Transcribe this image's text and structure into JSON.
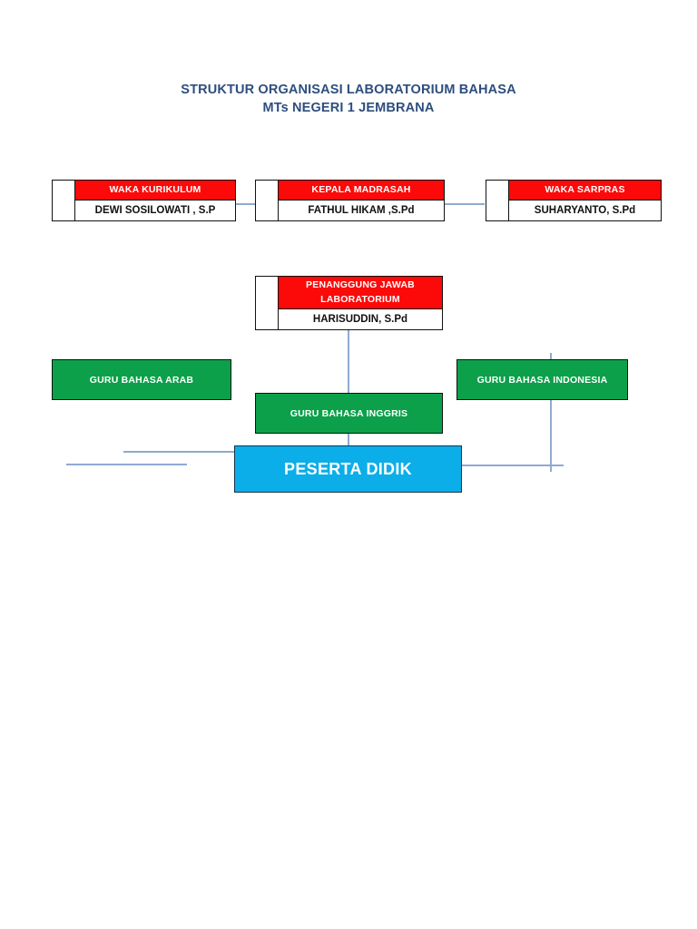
{
  "title": {
    "line1": "STRUKTUR ORGANISASI LABORATORIUM BAHASA",
    "line2": "MTs NEGERI 1 JEMBRANA",
    "color": "#2E4E7E"
  },
  "colors": {
    "header_red": "#FC0A0A",
    "teacher_green": "#0CA04A",
    "student_blue": "#0BAEE8",
    "connector_blue": "#8FAAD0",
    "box_border": "#111111",
    "text_white": "#FFFFFF",
    "text_black": "#111111"
  },
  "boxes": {
    "waka_kurikulum": {
      "role": "WAKA KURIKULUM",
      "person": "DEWI SOSILOWATI , S.P"
    },
    "kepala_madrasah": {
      "role": "KEPALA MADRASAH",
      "person": "FATHUL HIKAM ,S.Pd"
    },
    "waka_sarpras": {
      "role": "WAKA SARPRAS",
      "person": "SUHARYANTO, S.Pd"
    },
    "penanggung_jawab": {
      "role_line1": "PENANGGUNG JAWAB",
      "role_line2": "LABORATORIUM",
      "person": "HARISUDDIN, S.Pd"
    }
  },
  "teachers": {
    "arab": "GURU BAHASA ARAB",
    "inggris": "GURU BAHASA INGGRIS",
    "indonesia": "GURU BAHASA INDONESIA"
  },
  "students": {
    "label": "PESERTA DIDIK"
  },
  "chart_data": {
    "type": "diagram",
    "title": "STRUKTUR ORGANISASI LABORATORIUM BAHASA MTs NEGERI 1 JEMBRANA",
    "nodes": [
      {
        "id": "waka_kurikulum",
        "label": "WAKA KURIKULUM",
        "sublabel": "DEWI SOSILOWATI , S.P",
        "style": "red-header",
        "level": 1
      },
      {
        "id": "kepala_madrasah",
        "label": "KEPALA MADRASAH",
        "sublabel": "FATHUL HIKAM ,S.Pd",
        "style": "red-header",
        "level": 1
      },
      {
        "id": "waka_sarpras",
        "label": "WAKA SARPRAS",
        "sublabel": "SUHARYANTO, S.Pd",
        "style": "red-header",
        "level": 1
      },
      {
        "id": "penanggung_jawab",
        "label": "PENANGGUNG JAWAB LABORATORIUM",
        "sublabel": "HARISUDDIN, S.Pd",
        "style": "red-header",
        "level": 2
      },
      {
        "id": "guru_arab",
        "label": "GURU BAHASA ARAB",
        "style": "green",
        "level": 3
      },
      {
        "id": "guru_inggris",
        "label": "GURU BAHASA INGGRIS",
        "style": "green",
        "level": 3
      },
      {
        "id": "guru_indonesia",
        "label": "GURU BAHASA INDONESIA",
        "style": "green",
        "level": 3
      },
      {
        "id": "peserta_didik",
        "label": "PESERTA DIDIK",
        "style": "blue",
        "level": 4
      }
    ],
    "edges": [
      {
        "from": "waka_kurikulum",
        "to": "kepala_madrasah"
      },
      {
        "from": "kepala_madrasah",
        "to": "waka_sarpras"
      },
      {
        "from": "penanggung_jawab",
        "to": "guru_inggris"
      },
      {
        "from": "guru_inggris",
        "to": "peserta_didik"
      },
      {
        "from": "guru_indonesia",
        "to": "peserta_didik"
      },
      {
        "from": "guru_arab",
        "to": "peserta_didik"
      }
    ]
  }
}
